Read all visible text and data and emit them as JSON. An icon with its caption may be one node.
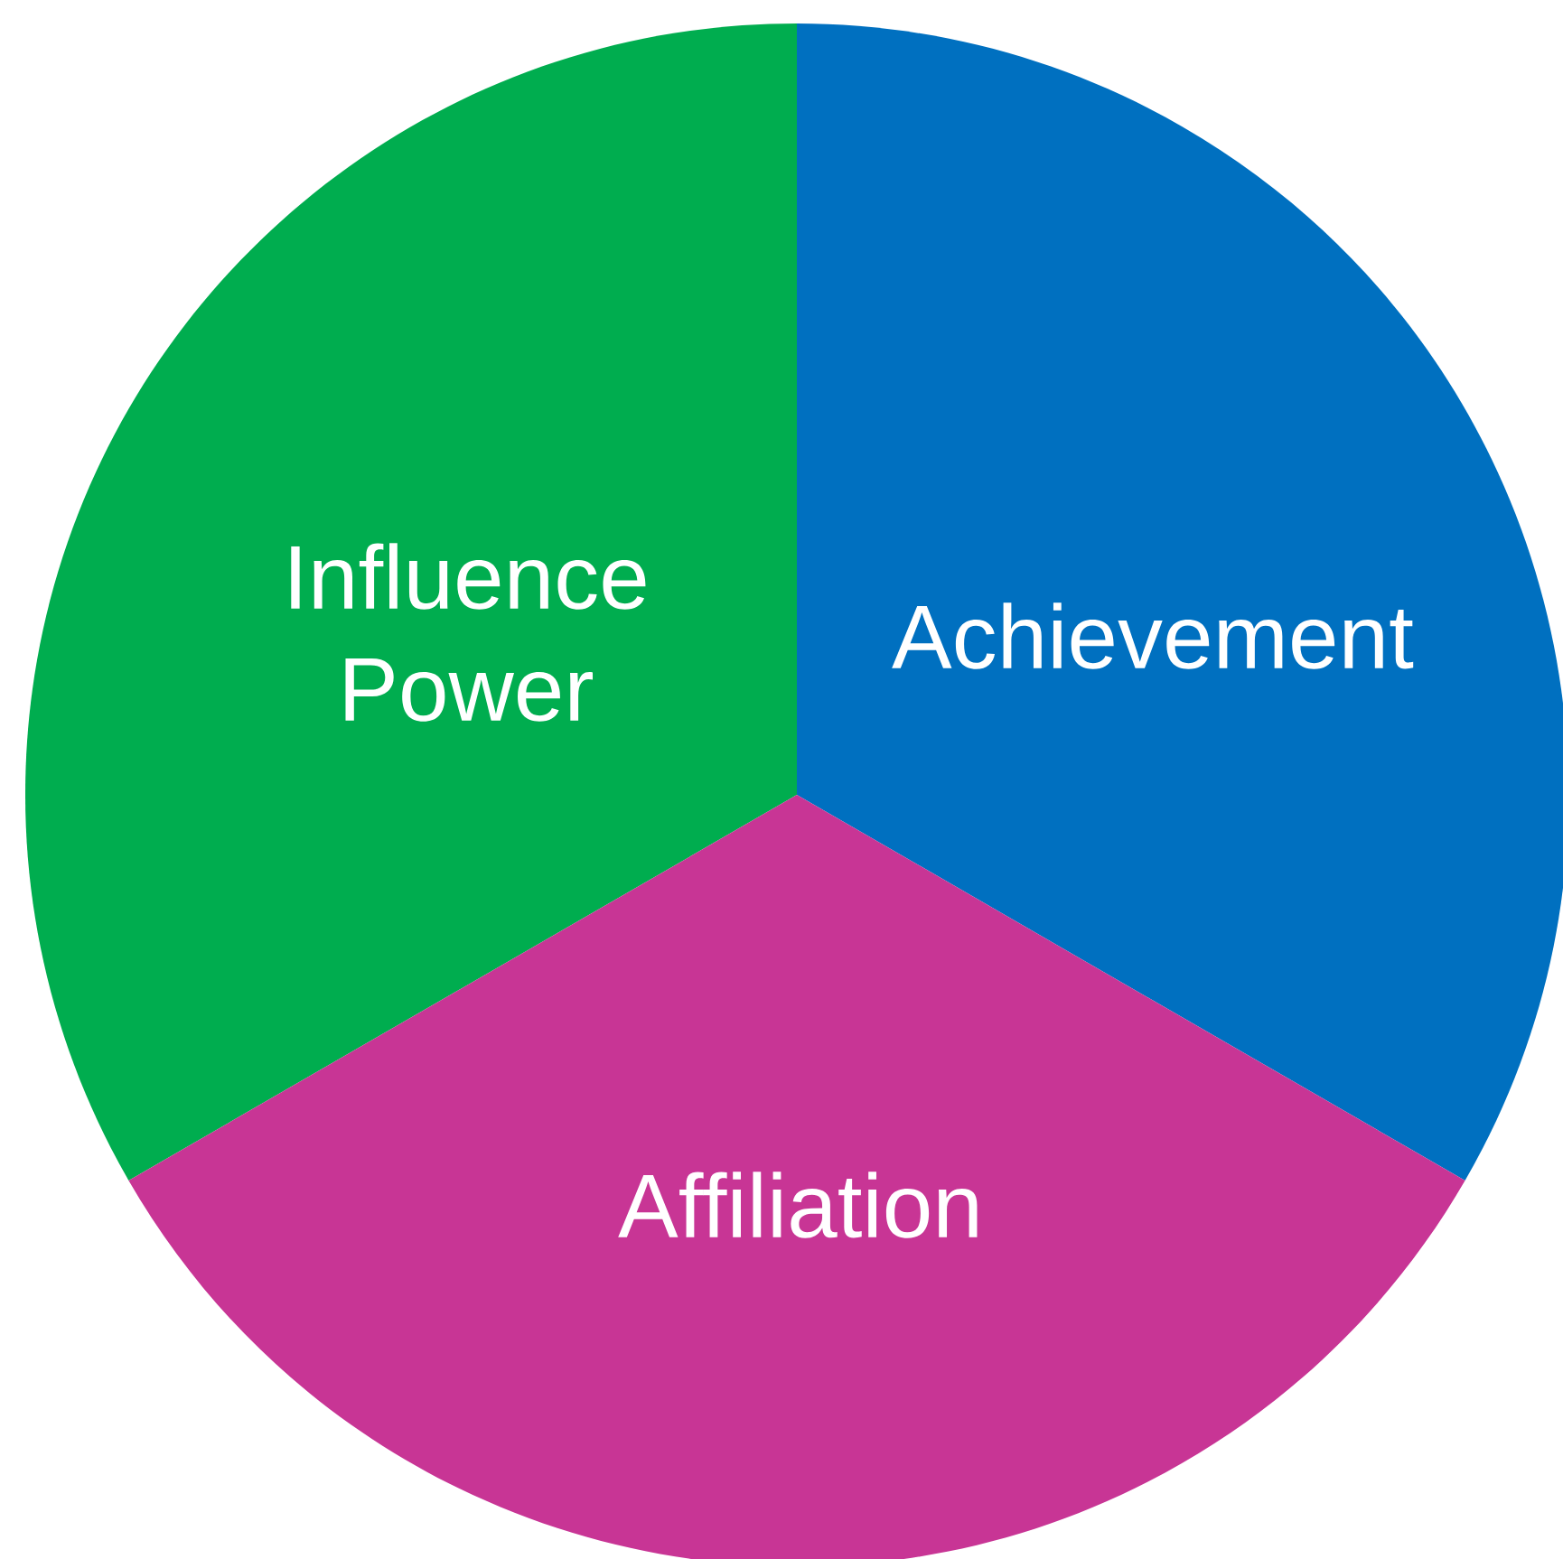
{
  "diagram": {
    "nodes": [
      {
        "text": [
          "Influence Power"
        ]
      },
      {
        "text": [
          "Achievement"
        ]
      },
      {
        "text": [
          "Affiliation"
        ]
      }
    ]
  }
}
